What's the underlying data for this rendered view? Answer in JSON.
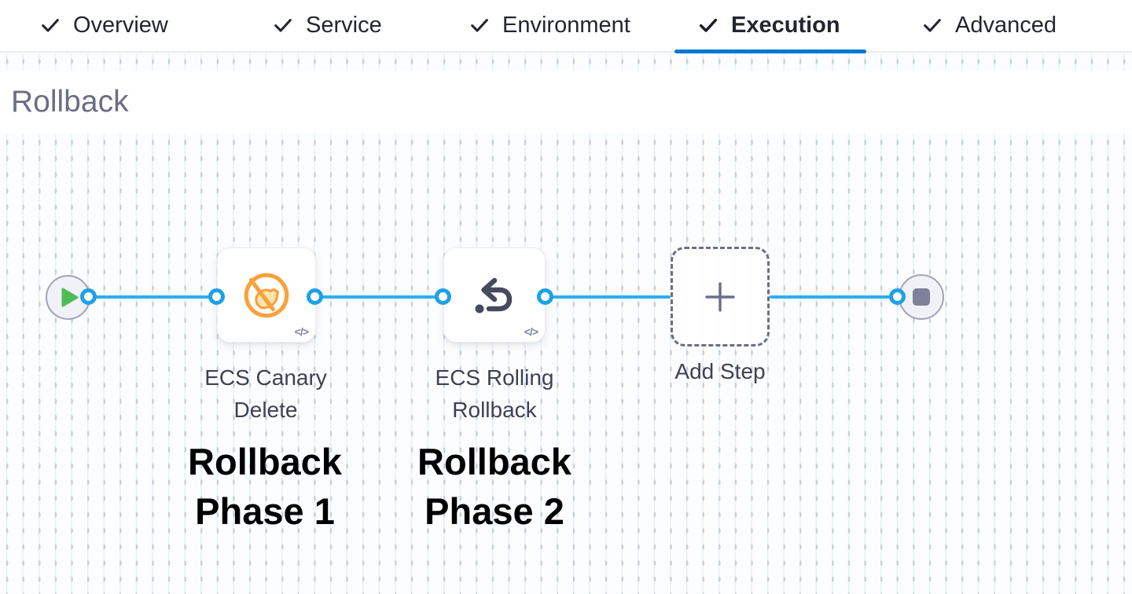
{
  "tab_bar": {
    "tabs": [
      {
        "label": "Overview",
        "icon": "check-icon",
        "completed": true,
        "active": false
      },
      {
        "label": "Service",
        "icon": "check-icon",
        "completed": true,
        "active": false
      },
      {
        "label": "Environment",
        "icon": "check-icon",
        "completed": true,
        "active": false
      },
      {
        "label": "Execution",
        "icon": "check-icon",
        "completed": true,
        "active": true
      },
      {
        "label": "Advanced",
        "icon": "check-icon",
        "completed": true,
        "active": false
      }
    ]
  },
  "section": {
    "title": "Rollback"
  },
  "pipeline": {
    "start_node": {
      "icon": "play-icon"
    },
    "end_node": {
      "icon": "stop-icon"
    },
    "steps": [
      {
        "name": "ECS Canary Delete",
        "label_line1": "ECS Canary",
        "label_line2": "Delete",
        "icon": "canary-delete-icon",
        "code_badge": "</>",
        "annotation_line1": "Rollback",
        "annotation_line2": "Phase 1"
      },
      {
        "name": "ECS Rolling Rollback",
        "label_line1": "ECS Rolling",
        "label_line2": "Rollback",
        "icon": "rollback-arrow-icon",
        "code_badge": "</>",
        "annotation_line1": "Rollback",
        "annotation_line2": "Phase 2"
      }
    ],
    "add_step": {
      "label": "Add Step",
      "icon": "plus-icon"
    }
  },
  "colors": {
    "active_tab_underline": "#0278D5",
    "connector_blue": "#2FAEEC",
    "port_blue": "#1CA1E9",
    "canary_orange": "#F9A13B",
    "play_green": "#4FBC58",
    "icon_slate": "#474A5F",
    "title_gray": "#6B6D85",
    "annotation_black": "#000000"
  }
}
